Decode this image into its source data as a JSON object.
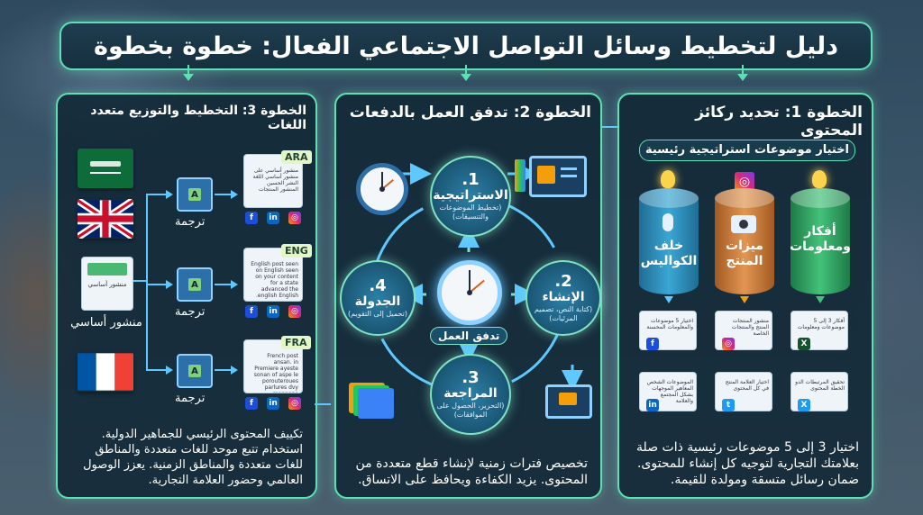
{
  "title": "دليل لتخطيط وسائل التواصل الاجتماعي الفعال: خطوة بخطوة",
  "step3": {
    "title": "الخطوة 3: التخطيط والتوزيع متعدد اللغات",
    "master_label": "منشور أساسي",
    "master_text": "منشور أساسي",
    "translate_label": "ترجمة",
    "languages": [
      {
        "code": "ARA",
        "text": "منشور أساسي على منشور أساسي اللغة النشر الحسين المنشور المنتجات"
      },
      {
        "code": "ENG",
        "text": "English post seen on English seen on your content for a state advanced the english English."
      },
      {
        "code": "FRA",
        "text": "French post ansan. in Premiere ayeste sonan of aspe le porouteroues parlures dvy monnene bannoonnes ae prlens du Frensce."
      }
    ],
    "description": "تكييف المحتوى الرئيسي للجماهير الدولية. استخدام تتبع موحد للغات متعددة والمناطق للغات متعددة والمناطق الزمنية. يعزز الوصول العالمي وحضور العلامة التجارية."
  },
  "step2": {
    "title": "الخطوة 2: تدفق العمل بالدفعات",
    "center_label": "تدفق العمل",
    "nodes": [
      {
        "num": "1.",
        "title": "الاستراتيجية",
        "sub": "(تخطيط الموضوعات والتنسيقات)"
      },
      {
        "num": "2.",
        "title": "الإنشاء",
        "sub": "(كتابة النص، تصميم المرئيات)"
      },
      {
        "num": "3.",
        "title": "المراجعة",
        "sub": "(التحرير، الحصول على الموافقات)"
      },
      {
        "num": "4.",
        "title": "الجدولة",
        "sub": "(تحميل إلى التقويم)"
      }
    ],
    "description": "تخصيص فترات زمنية لإنشاء قطع متعددة من المحتوى. يزيد الكفاءة ويحافظ على الاتساق."
  },
  "step1": {
    "title": "الخطوة 1: تحديد ركائز المحتوى",
    "subheading": "اختيار موضوعات استراتيجية رئيسية",
    "pillars": [
      {
        "label": "خلف الكواليس",
        "icon": "microphone-icon"
      },
      {
        "label": "ميزات المنتج",
        "icon": "camera-icon"
      },
      {
        "label": "أفكار ومعلومات",
        "icon": "lightbulb-icon"
      }
    ],
    "cards": [
      {
        "text": "اختيار 5 موضوعات والمعلومات المحسنة",
        "social": "f"
      },
      {
        "text": "منشور المنتجات المنتج والمنتجات الخاصة",
        "social": "ig"
      },
      {
        "text": "أفكار 3 إلى 5 موضوعات ومعلومات",
        "social": "x"
      },
      {
        "text": "الموضوعات الشخص المعاهير الموجهات بشكل المجتمع والعلامة",
        "social": "in"
      },
      {
        "text": "اختيار العلامة المنتج في كل المحتوى",
        "social": "tw"
      },
      {
        "text": "تحقيق المرتبطات الدو الخطة المحتوى",
        "social": "x"
      }
    ],
    "description": "اختيار 3 إلى 5 موضوعات رئيسية ذات صلة بعلامتك التجارية لتوجيه كل إنشاء للمحتوى. ضمان رسائل متسقة ومولدة للقيمة."
  },
  "colors": {
    "accent": "#5ee0b4",
    "flow": "#5ec8ff"
  }
}
